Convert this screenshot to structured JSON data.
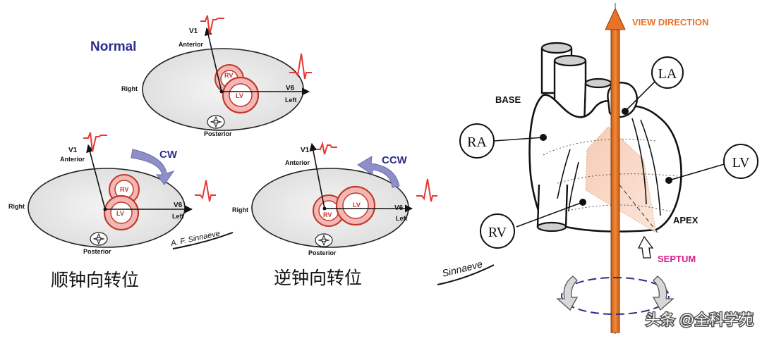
{
  "left": {
    "normal": {
      "title": "Normal",
      "v1": "V1",
      "anterior": "Anterior",
      "right": "Right",
      "v6": "V6",
      "left": "Left",
      "posterior": "Posterior",
      "rv": "RV",
      "lv": "LV"
    },
    "cw": {
      "badge": "CW",
      "v1": "V1",
      "anterior": "Anterior",
      "right": "Right",
      "v6": "V6",
      "left": "Left",
      "posterior": "Posterior",
      "rv": "RV",
      "lv": "LV",
      "caption": "顺钟向转位"
    },
    "ccw": {
      "badge": "CCW",
      "v1": "V1",
      "anterior": "Anterior",
      "right": "Right",
      "v6": "V6",
      "left": "Left",
      "posterior": "Posterior",
      "rv": "RV",
      "lv": "LV",
      "caption": "逆钟向转位"
    },
    "signature": "A. F. Sinnaeve"
  },
  "right": {
    "view_direction": "VIEW DIRECTION",
    "base": "BASE",
    "apex": "APEX",
    "septum": "SEPTUM",
    "la": "LA",
    "ra": "RA",
    "lv": "LV",
    "rv": "RV",
    "signature": "Sinnaeve"
  },
  "watermark": "头条 @全科学苑",
  "colors": {
    "chamber_fill": "#f3b8b5",
    "chamber_stroke": "#c0392b",
    "ecg": "#e53935",
    "title_blue": "#2b2e8c",
    "rotation_arrow": "#8e8fc9",
    "view_orange": "#e8722a",
    "septum_magenta": "#d81b8c"
  }
}
